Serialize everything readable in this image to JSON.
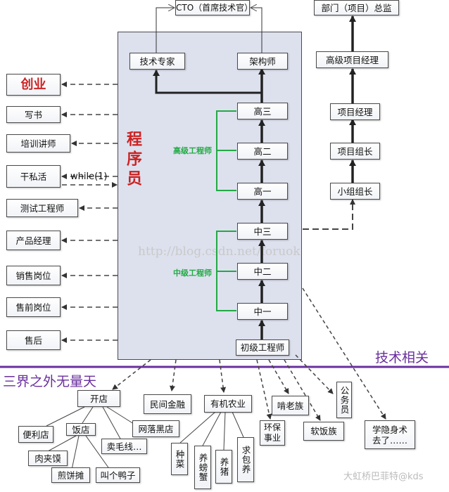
{
  "panel_label": "程序员",
  "programmer_track": {
    "junior": "初级工程师",
    "mid": [
      "中一",
      "中二",
      "中三"
    ],
    "senior": [
      "高一",
      "高二",
      "高三"
    ],
    "mid_group_label": "中级工程师",
    "senior_group_label": "高级工程师",
    "tech_expert": "技术专家",
    "architect": "架构师",
    "cto": "CTO（首席技术官）"
  },
  "management_track": [
    "小组组长",
    "项目组长",
    "项目经理",
    "高级项目经理",
    "部门（项目）总监"
  ],
  "left_options": {
    "startup": "创业",
    "items": [
      "写书",
      "培训讲师",
      "干私活",
      "测试工程师",
      "产品经理",
      "销售岗位",
      "售前岗位",
      "售后"
    ],
    "while_label": "while(1)"
  },
  "divider": {
    "right_label": "技术相关",
    "left_label": "三界之外无量天"
  },
  "outside": {
    "open_shop": "开店",
    "shops": [
      "便利店",
      "饭店",
      "网落黑店",
      "卖毛线…",
      "肉夹馍",
      "煎饼摊",
      "叫个鸭子"
    ],
    "folk_finance": "民间金融",
    "organic_farming": "有机农业",
    "farm_items": [
      "种菜",
      "养螃蟹",
      "养猪",
      "求包养"
    ],
    "eco": "环保事业",
    "nibble_old": "啃老族",
    "soft_rice": "软饭族",
    "civil_servant": "公务员",
    "hermit": "学隐身术去了……"
  },
  "watermark": "http://blog.csdn.net/foruok",
  "signature": "大虹桥巴菲特@kds",
  "colors": {
    "panel": "#dde1ee",
    "green": "#22aa44",
    "purple": "#6a2f9e",
    "red": "#cc2222",
    "dark": "#333333"
  }
}
